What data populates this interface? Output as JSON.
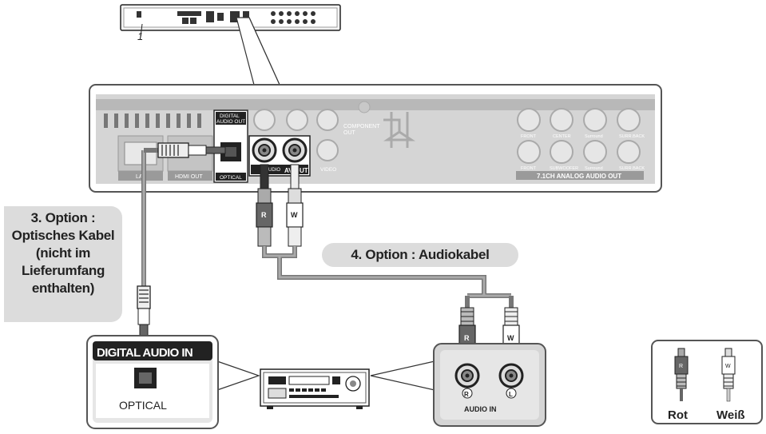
{
  "player_back_panel": {
    "digital_audio_out_top": "DIGITAL",
    "digital_audio_out_bottom": "AUDIO OUT",
    "optical_label": "OPTICAL",
    "lan_label": "LAN",
    "hdmi_out_label": "HDMI OUT",
    "audio_label": "AUDIO",
    "av_out_label": "AV OUT",
    "video_label": "VIDEO",
    "component_label_1": "COMPONENT",
    "component_label_2": "OUT",
    "analog_out_label": "7.1CH ANALOG AUDIO OUT",
    "front_label": "FRONT",
    "center_label": "CENTER",
    "surround_label": "Surround",
    "subwoofer_label": "SUBWOOFER",
    "surr_back_label": "SURR.BACK"
  },
  "callouts": {
    "option3": [
      "3. Option :",
      "Optisches Kabel",
      "(nicht im",
      "Lieferumfang",
      "enthalten)"
    ],
    "option4": "4. Option : Audiokabel"
  },
  "plugs": {
    "red_letter": "R",
    "white_letter": "W"
  },
  "receiver_optical_box": {
    "title": "DIGITAL AUDIO IN",
    "port_label": "OPTICAL"
  },
  "receiver_audio_box": {
    "title": "AUDIO IN",
    "r_mark": "R",
    "l_mark": "L"
  },
  "legend": {
    "red_label": "Rot",
    "white_label": "Weiß"
  },
  "device_label_1": "1",
  "colors": {
    "panel_gray": "#d7d7d7",
    "callout_gray": "#dcdcdc",
    "cable_gray": "#8a8a8a"
  }
}
